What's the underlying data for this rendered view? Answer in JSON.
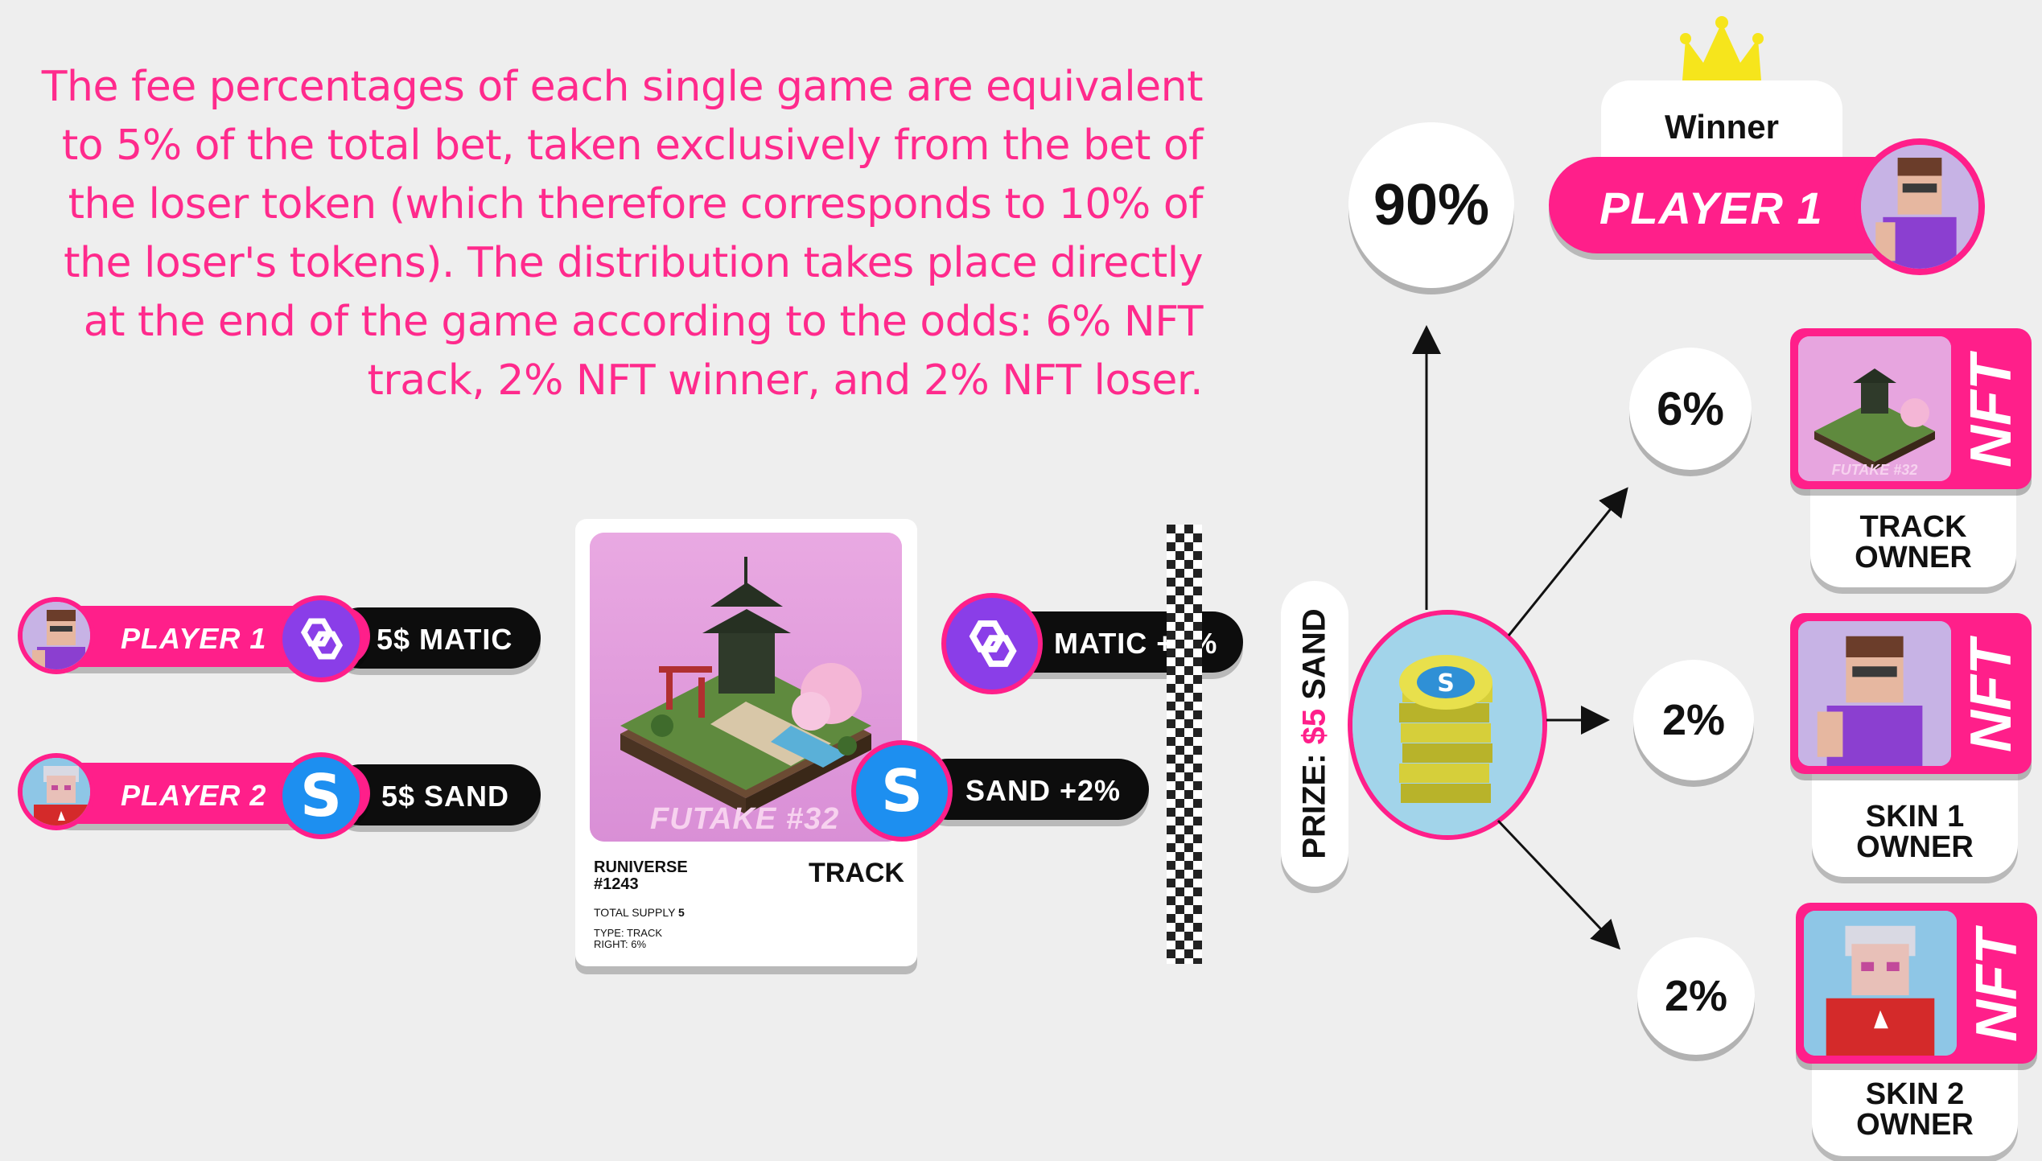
{
  "intro_text": "The fee percentages of each single game are equivalent to 5% of the total bet, taken exclusively from the bet of the loser token (which therefore corresponds to 10% of the loser's tokens). The distribution takes place directly at the end of the game according to the odds: 6% NFT track, 2% NFT winner, and 2% NFT loser.",
  "players": [
    {
      "name": "PLAYER 1",
      "bet": "5$ MATIC",
      "coin": "matic-icon"
    },
    {
      "name": "PLAYER 2",
      "bet": "5$ SAND",
      "coin": "sand-icon",
      "coin_letter": "S"
    }
  ],
  "track_card": {
    "art_label": "FUTAKE #32",
    "collection": "RUNIVERSE",
    "id": "#1243",
    "supply_label": "TOTAL SUPPLY",
    "supply_value": "5",
    "type_line": "TYPE: TRACK",
    "right_line": "RIGHT: 6%",
    "badge": "TRACK"
  },
  "fees": [
    {
      "label": "MATIC +5%",
      "coin": "matic-icon"
    },
    {
      "label": "SAND +2%",
      "coin": "sand-icon",
      "coin_letter": "S"
    }
  ],
  "prize": {
    "prefix": "PRIZE: ",
    "amount": "$5",
    "suffix": " SAND"
  },
  "winner": {
    "heading": "Winner",
    "name": "PLAYER 1",
    "percent": "90%"
  },
  "distribution": [
    {
      "percent": "6%",
      "nft_label": "NFT",
      "art_caption": "FUTAKE #32",
      "owner_line1": "TRACK",
      "owner_line2": "OWNER"
    },
    {
      "percent": "2%",
      "nft_label": "NFT",
      "owner_line1": "SKIN 1",
      "owner_line2": "OWNER"
    },
    {
      "percent": "2%",
      "nft_label": "NFT",
      "owner_line1": "SKIN 2",
      "owner_line2": "OWNER"
    }
  ],
  "colors": {
    "accent": "#ff1f8a",
    "dark": "#0d0d0d",
    "matic": "#8a3ee8",
    "sand": "#1d8ff0",
    "crown": "#f6e51c"
  }
}
